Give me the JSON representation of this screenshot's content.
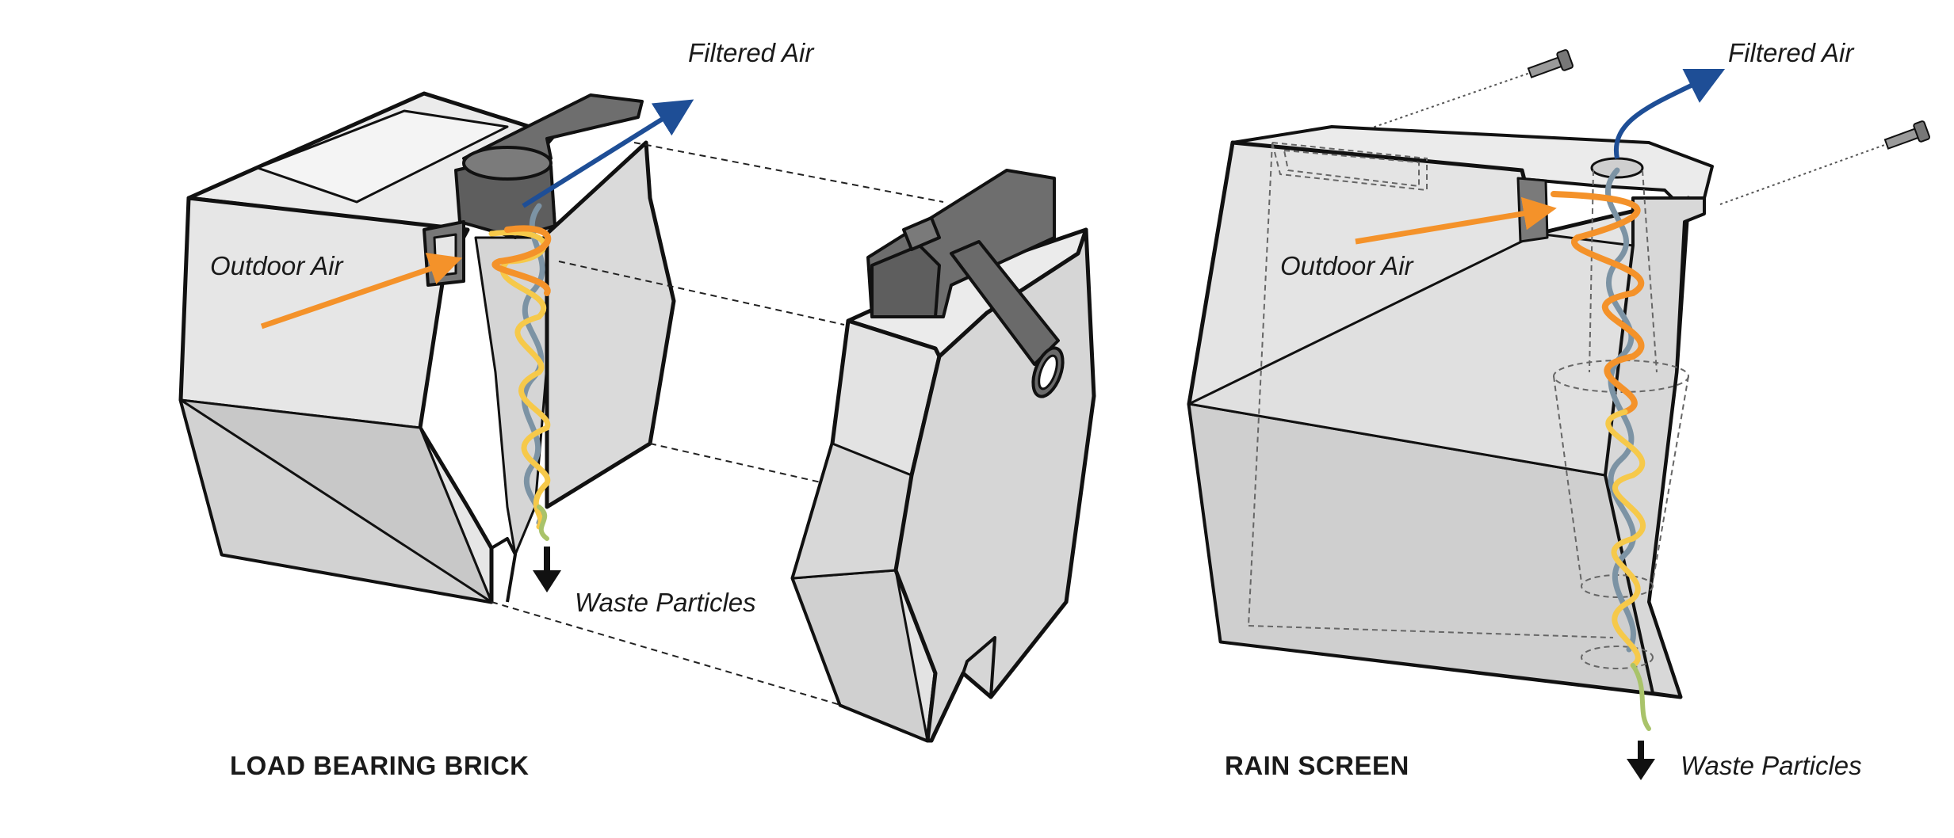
{
  "left_panel": {
    "title": "LOAD BEARING BRICK",
    "filtered_air": "Filtered Air",
    "outdoor_air": "Outdoor Air",
    "waste_particles": "Waste Particles"
  },
  "right_panel": {
    "title": "RAIN SCREEN",
    "filtered_air": "Filtered Air",
    "outdoor_air": "Outdoor Air",
    "waste_particles": "Waste Particles"
  },
  "colors": {
    "block_fill": "#e6e6e6",
    "block_shade": "#cfcfcf",
    "block_dark": "#bfbfbf",
    "cap_gray": "#6e6e6e",
    "outline": "#111111",
    "outdoor_air": "#f4922a",
    "filtered_air": "#1e4e96",
    "spiral_yellow": "#f6c94a",
    "spiral_blue_gray": "#7c93a4",
    "spiral_green": "#a9c36a",
    "waste_arrow": "#111111"
  }
}
